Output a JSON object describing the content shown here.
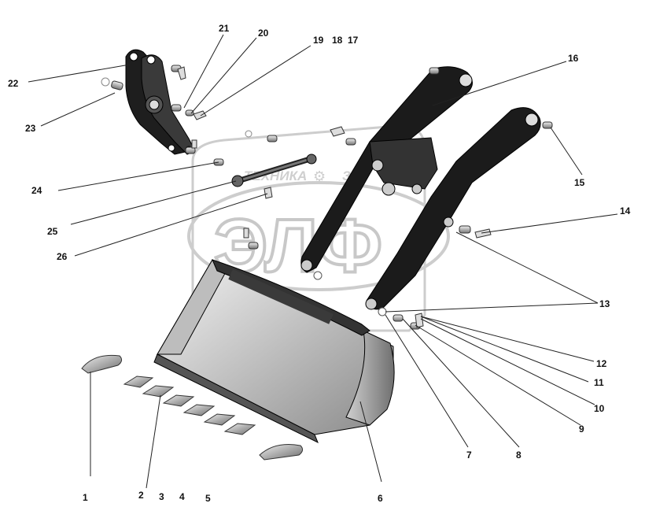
{
  "watermark": {
    "brand_text": "ЭЛФ",
    "left_word": "ТЕХНИКА",
    "right_word": "ЗА"
  },
  "callouts": [
    {
      "id": "1",
      "text": "1"
    },
    {
      "id": "2",
      "text": "2"
    },
    {
      "id": "3",
      "text": "3"
    },
    {
      "id": "4",
      "text": "4"
    },
    {
      "id": "5",
      "text": "5"
    },
    {
      "id": "6",
      "text": "6"
    },
    {
      "id": "7",
      "text": "7"
    },
    {
      "id": "8",
      "text": "8"
    },
    {
      "id": "9",
      "text": "9"
    },
    {
      "id": "10",
      "text": "10"
    },
    {
      "id": "11",
      "text": "11"
    },
    {
      "id": "12",
      "text": "12"
    },
    {
      "id": "13",
      "text": "13"
    },
    {
      "id": "14",
      "text": "14"
    },
    {
      "id": "15",
      "text": "15"
    },
    {
      "id": "16",
      "text": "16"
    },
    {
      "id": "17",
      "text": "17"
    },
    {
      "id": "18",
      "text": "18"
    },
    {
      "id": "19",
      "text": "19"
    },
    {
      "id": "20",
      "text": "20"
    },
    {
      "id": "21",
      "text": "21"
    },
    {
      "id": "22",
      "text": "22"
    },
    {
      "id": "23",
      "text": "23"
    },
    {
      "id": "24",
      "text": "24"
    },
    {
      "id": "25",
      "text": "25"
    },
    {
      "id": "26",
      "text": "26"
    }
  ]
}
